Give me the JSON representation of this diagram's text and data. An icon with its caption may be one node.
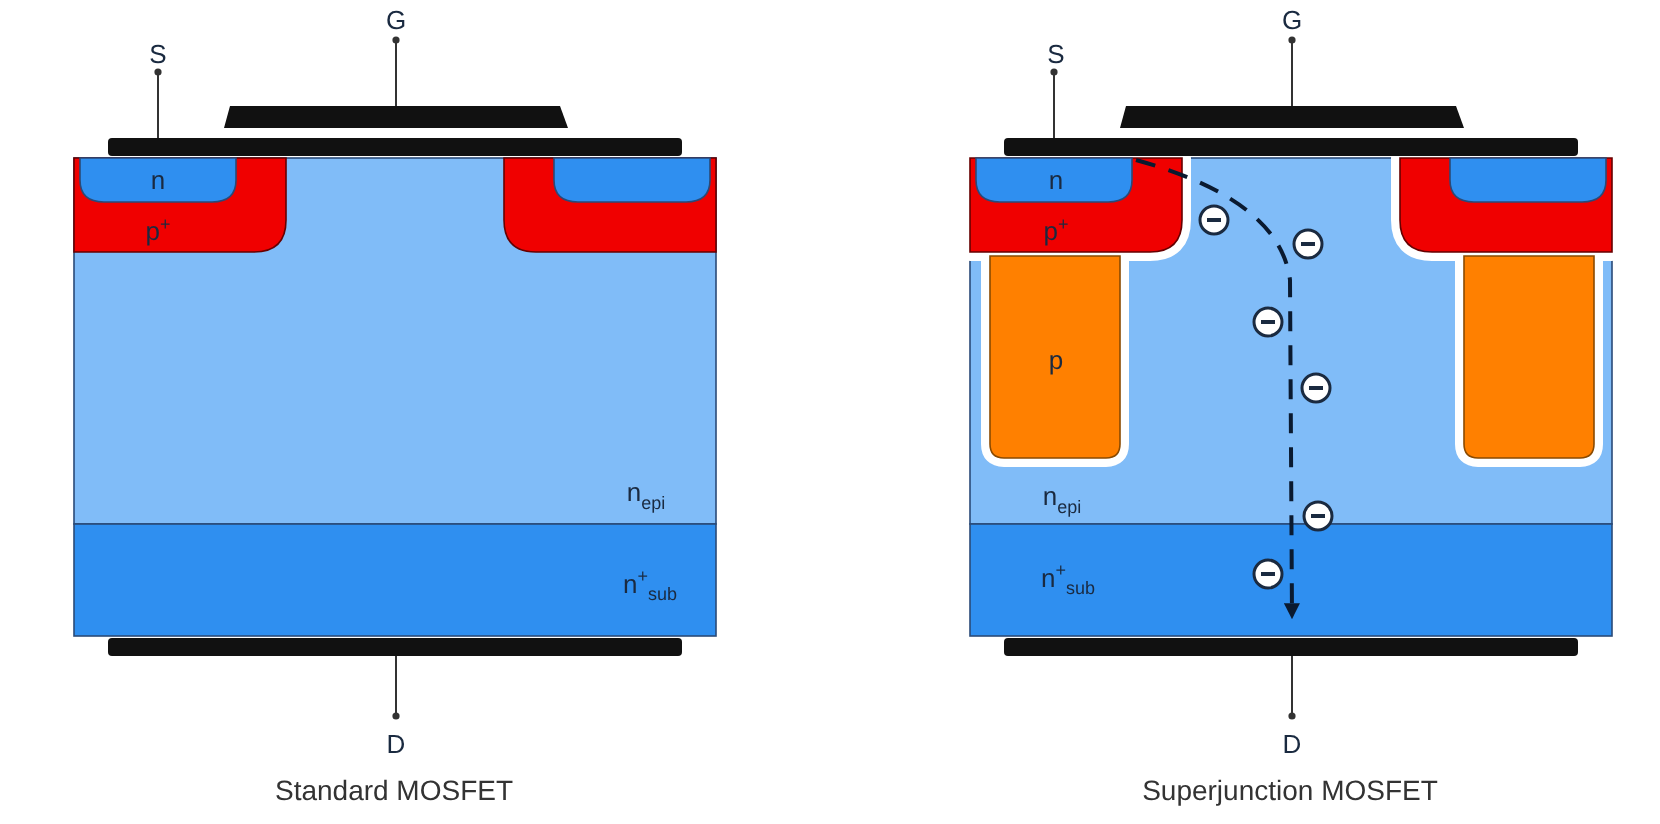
{
  "diagram": {
    "labels": [
      "S",
      "G",
      "n",
      "p$^{+}$",
      "n$_{epi}$",
      "n$^{+}$$_{sub}$",
      "D",
      "Standard MOSFET",
      "S",
      "G",
      "n",
      "p$^{+}$",
      "p",
      "n$_{epi}$",
      "n$^{+}$$_{sub}$",
      "D",
      "Superjunction MOSFET"
    ]
  }
}
